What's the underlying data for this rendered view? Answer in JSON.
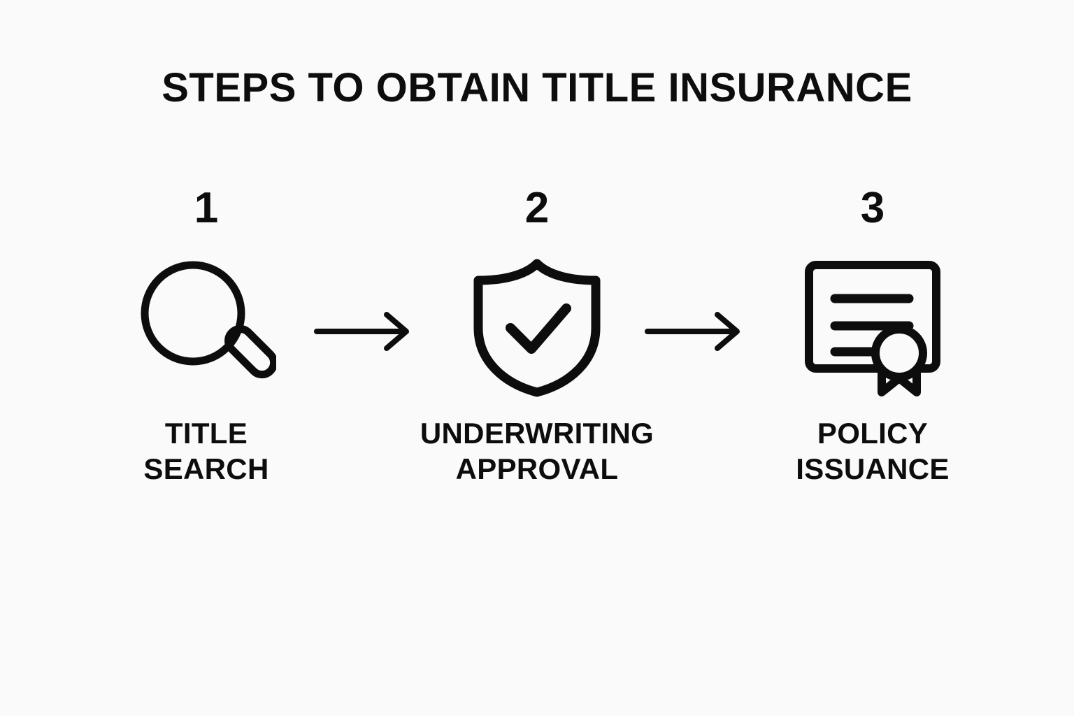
{
  "page": {
    "title": "STEPS TO OBTAIN TITLE INSURANCE",
    "background_color": "#FAFAFA",
    "ink_color": "#0D0D0D"
  },
  "steps": [
    {
      "number": "1",
      "icon": "magnifier-icon",
      "label_line1": "TITLE",
      "label_line2": "SEARCH"
    },
    {
      "number": "2",
      "icon": "shield-check-icon",
      "label_line1": "UNDERWRITING",
      "label_line2": "APPROVAL"
    },
    {
      "number": "3",
      "icon": "certificate-icon",
      "label_line1": "POLICY",
      "label_line2": "ISSUANCE"
    }
  ],
  "connectors": [
    {
      "name": "arrow-right-icon"
    },
    {
      "name": "arrow-right-icon"
    }
  ]
}
